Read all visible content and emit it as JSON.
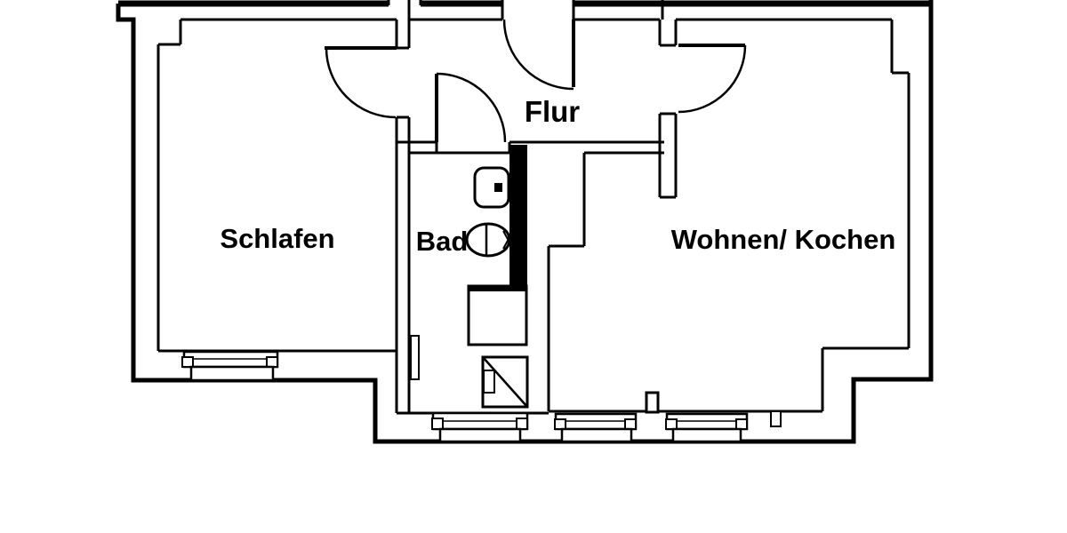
{
  "diagram_type": "apartment-floor-plan",
  "rooms": [
    {
      "id": "schlafen",
      "label": "Schlafen"
    },
    {
      "id": "bad",
      "label": "Bad"
    },
    {
      "id": "flur",
      "label": "Flur"
    },
    {
      "id": "wohnen-kochen",
      "label": "Wohnen/ Kochen"
    }
  ],
  "doors": [
    {
      "id": "entrance-door",
      "location": "top wall into Flur"
    },
    {
      "id": "schlafen-door",
      "location": "Flur into Schlafen"
    },
    {
      "id": "bad-door",
      "location": "Flur into Bad"
    },
    {
      "id": "wohnen-door",
      "location": "Flur into Wohnen/ Kochen"
    }
  ],
  "windows": [
    {
      "id": "schlafen-window",
      "wall": "bottom"
    },
    {
      "id": "bad-window",
      "wall": "bottom"
    },
    {
      "id": "wohnen-window-left",
      "wall": "bottom"
    },
    {
      "id": "wohnen-window-right",
      "wall": "bottom"
    }
  ],
  "fixtures": [
    {
      "id": "toilet",
      "room": "bad"
    },
    {
      "id": "sink",
      "room": "bad"
    },
    {
      "id": "washing-machine",
      "room": "bad"
    },
    {
      "id": "shower",
      "room": "bad"
    },
    {
      "id": "radiator",
      "room": "bad"
    },
    {
      "id": "installation-shaft",
      "room": "bad"
    }
  ],
  "colors": {
    "wall": "#000000",
    "background": "#ffffff"
  }
}
